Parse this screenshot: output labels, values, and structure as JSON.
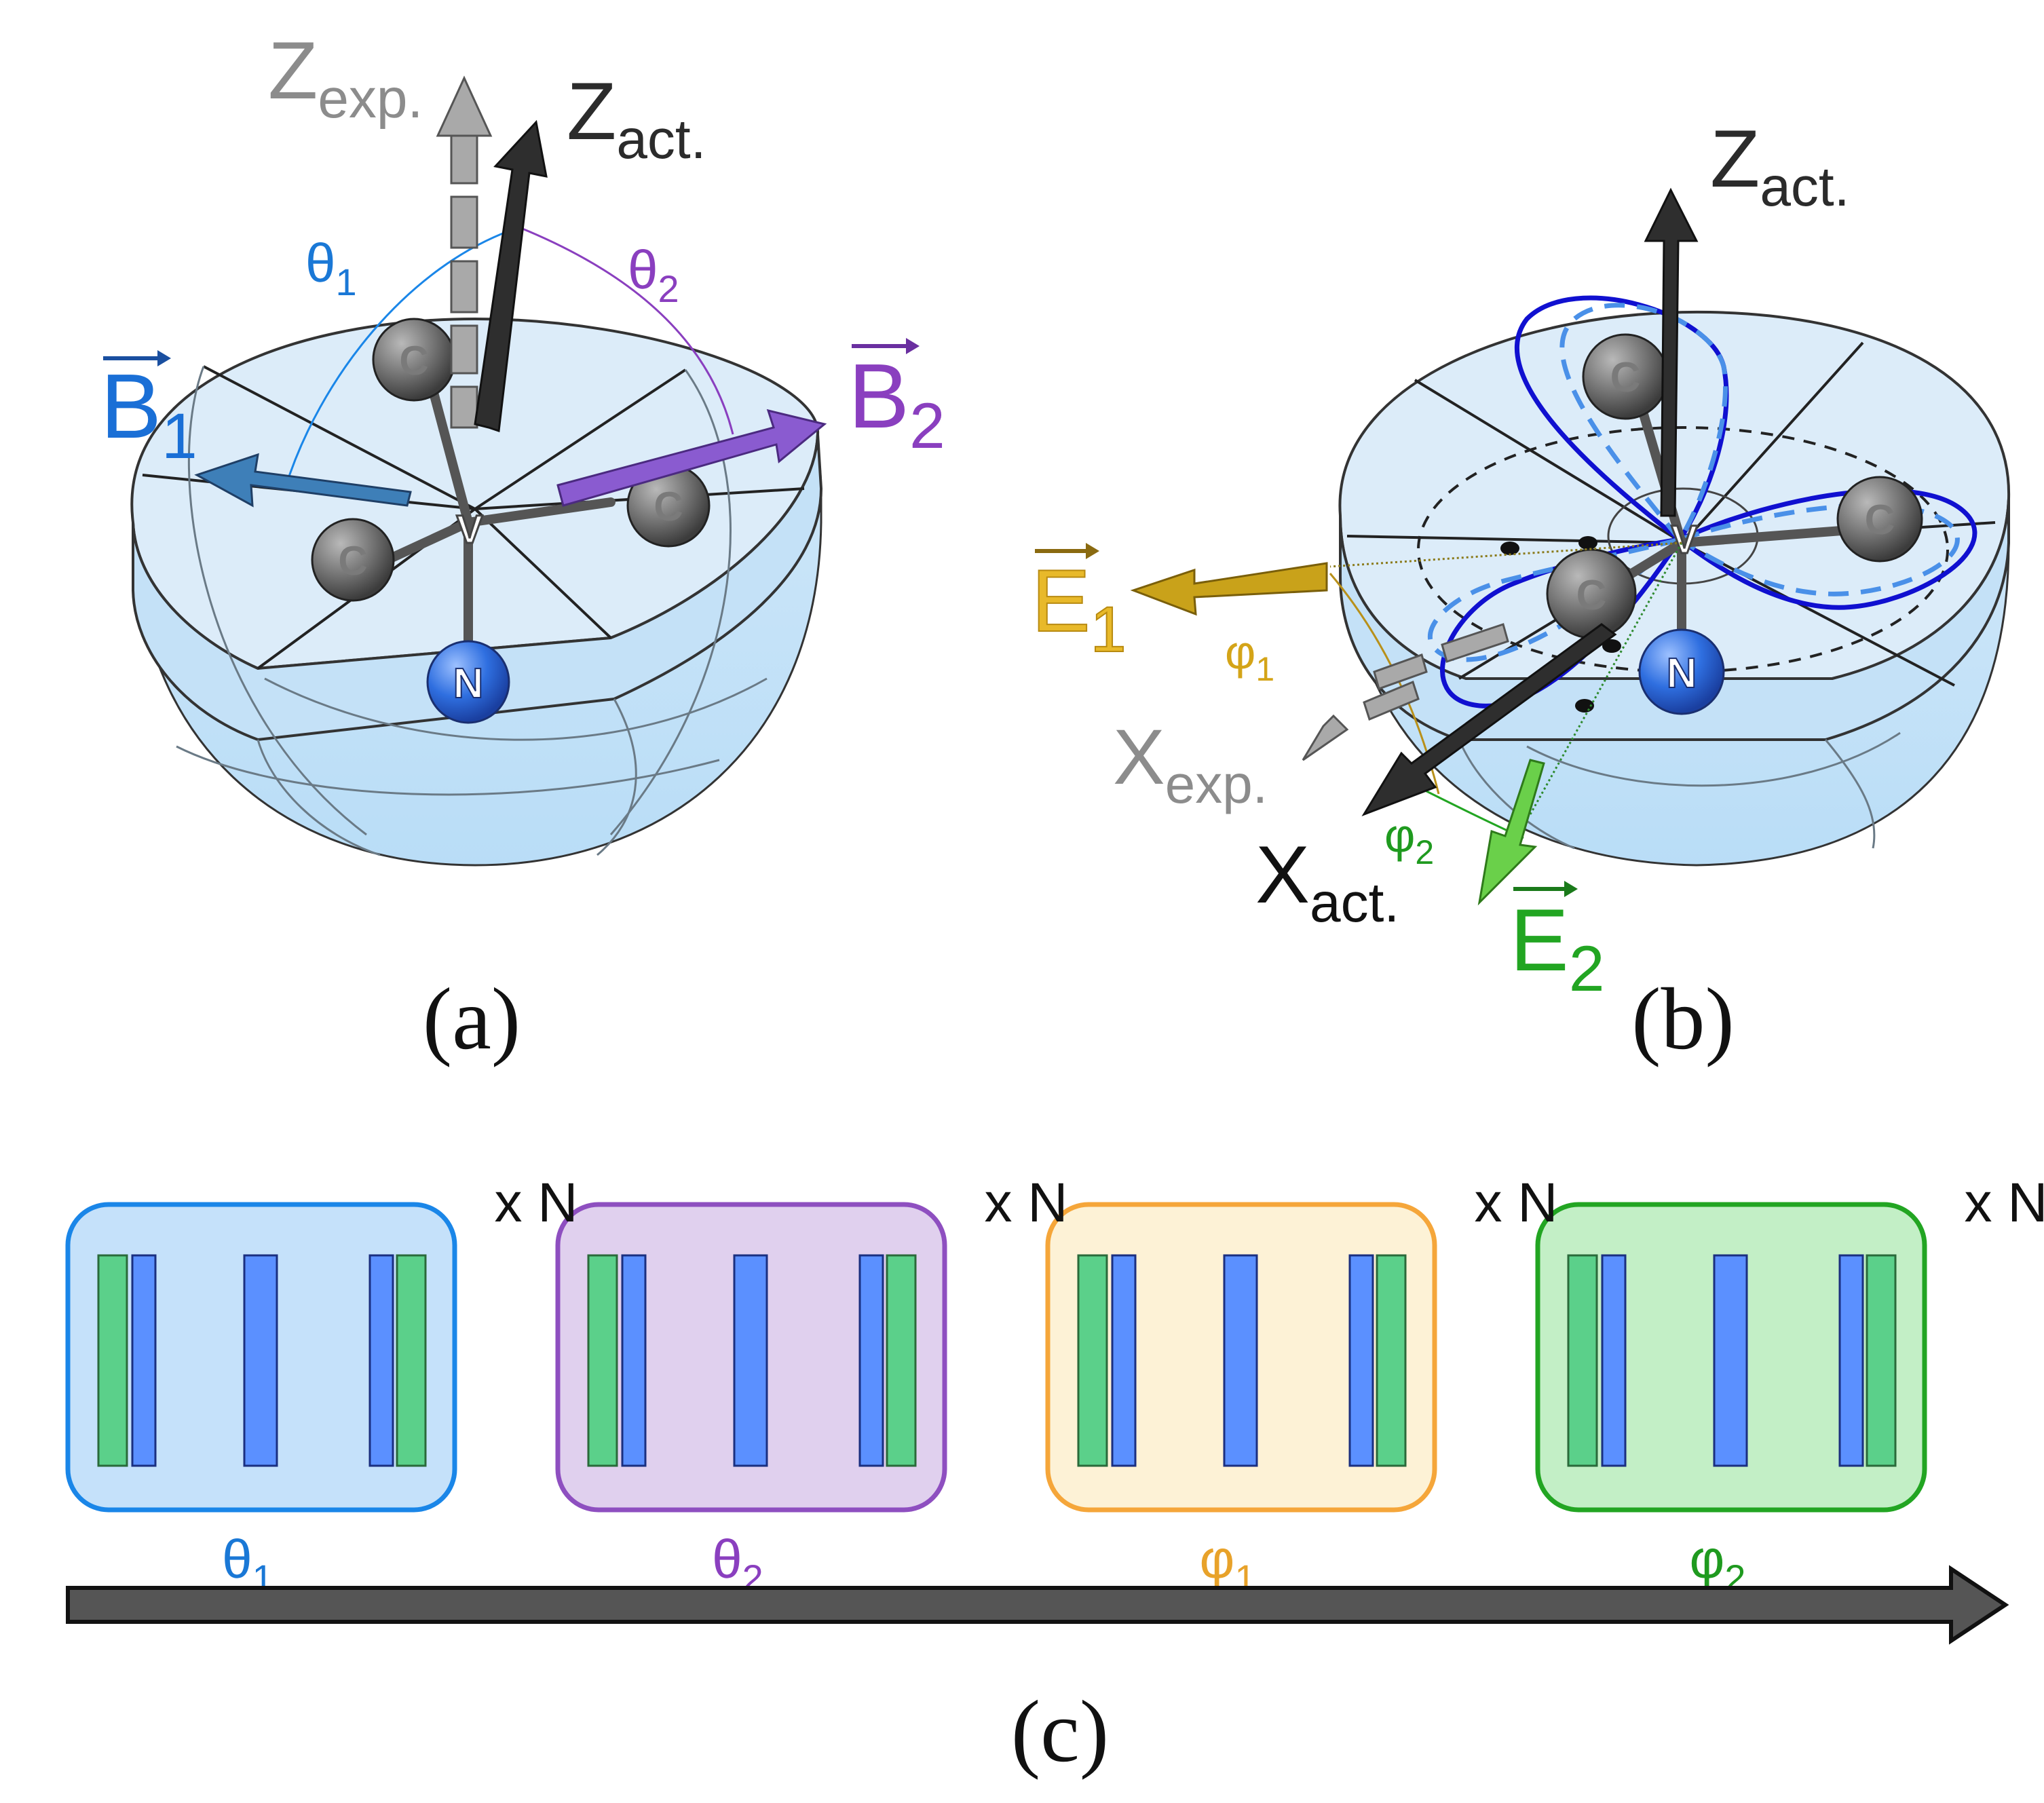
{
  "panel_a": {
    "caption": "(a)",
    "labels": {
      "z_exp_main": "Z",
      "z_exp_sub": "exp.",
      "z_act_main": "Z",
      "z_act_sub": "act.",
      "b1_main": "B",
      "b1_sub": "1",
      "b2_main": "B",
      "b2_sub": "2",
      "theta1_main": "θ",
      "theta1_sub": "1",
      "theta2_main": "θ",
      "theta2_sub": "2"
    },
    "atoms": {
      "carbon": "C",
      "nitrogen": "N",
      "vacancy": "V"
    }
  },
  "panel_b": {
    "caption": "(b)",
    "labels": {
      "z_act_main": "Z",
      "z_act_sub": "act.",
      "e1_main": "E",
      "e1_sub": "1",
      "e2_main": "E",
      "e2_sub": "2",
      "phi1_main": "φ",
      "phi1_sub": "1",
      "phi2_main": "φ",
      "phi2_sub": "2",
      "x_exp_main": "X",
      "x_exp_sub": "exp.",
      "x_act_main": "X",
      "x_act_sub": "act."
    },
    "atoms": {
      "carbon": "C",
      "nitrogen": "N",
      "vacancy": "V"
    }
  },
  "panel_c": {
    "caption": "(c)",
    "repeat_label": "x N",
    "blocks": [
      {
        "label_main": "θ",
        "label_sub": "1",
        "fill": "#c5e1fa",
        "stroke": "#1a86e8",
        "label_color": "#1a78d6"
      },
      {
        "label_main": "θ",
        "label_sub": "2",
        "fill": "#e0d0ee",
        "stroke": "#8e4fc0",
        "label_color": "#8a3fbf"
      },
      {
        "label_main": "φ",
        "label_sub": "1",
        "fill": "#fdf2d6",
        "stroke": "#f5a63a",
        "label_color": "#e8a22a"
      },
      {
        "label_main": "φ",
        "label_sub": "2",
        "fill": "#c3efc6",
        "stroke": "#22a522",
        "label_color": "#1f9a1f"
      }
    ]
  },
  "colors": {
    "b1": "#1a6fd6",
    "b2": "#8a3fbf",
    "e1": "#d4a418",
    "e2": "#22a522",
    "zexp": "#8c8c8c",
    "zact": "#2b2b2b",
    "pulse_green": "#5bd08a",
    "pulse_blue": "#5b90ff"
  }
}
